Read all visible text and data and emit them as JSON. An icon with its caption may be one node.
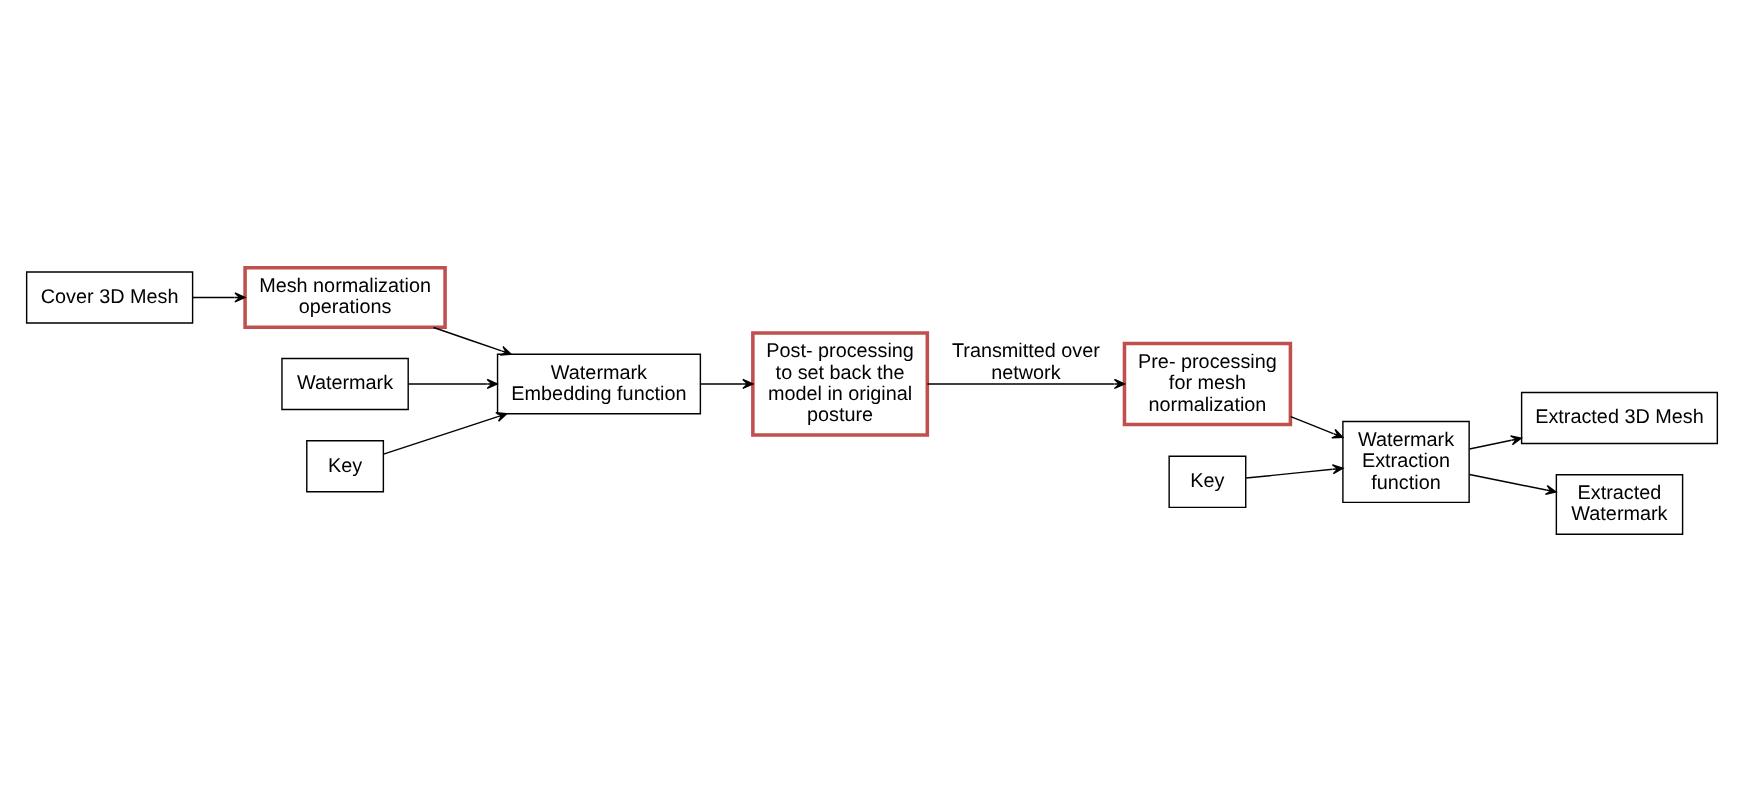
{
  "diagram": {
    "nodes": [
      {
        "text": [
          "Cover 3D Mesh"
        ]
      },
      {
        "text": [
          "Mesh normalization operations"
        ]
      },
      {
        "text": [
          "Watermark"
        ]
      },
      {
        "text": [
          "Key"
        ]
      },
      {
        "text": [
          "Watermark Embedding function"
        ]
      },
      {
        "text": [
          "Post- processing to set back the model in original posture"
        ]
      },
      {
        "text": [
          "Key"
        ]
      },
      {
        "text": [
          "Watermark Extraction function"
        ]
      },
      {
        "text": [
          "Extracted 3D Mesh"
        ]
      },
      {
        "text": [
          "Extracted Watermark"
        ]
      },
      {
        "text": [
          "Pre- processing for mesh normalization"
        ]
      }
    ],
    "edges": [
      {
        "from": 0,
        "to": 1,
        "arrow": "to"
      },
      {
        "from": 1,
        "to": 4,
        "arrow": "to"
      },
      {
        "from": 2,
        "to": 4,
        "arrow": "to"
      },
      {
        "from": 3,
        "to": 4,
        "arrow": "to"
      },
      {
        "from": 4,
        "to": 5,
        "arrow": "to"
      },
      {
        "from": 5,
        "to": 10,
        "arrow": "to",
        "label": "Transmitted over network"
      },
      {
        "from": 10,
        "to": 7,
        "arrow": "to"
      },
      {
        "from": 6,
        "to": 7,
        "arrow": "to"
      },
      {
        "from": 7,
        "to": 8,
        "arrow": "to"
      },
      {
        "from": 7,
        "to": 9,
        "arrow": "to"
      }
    ]
  }
}
